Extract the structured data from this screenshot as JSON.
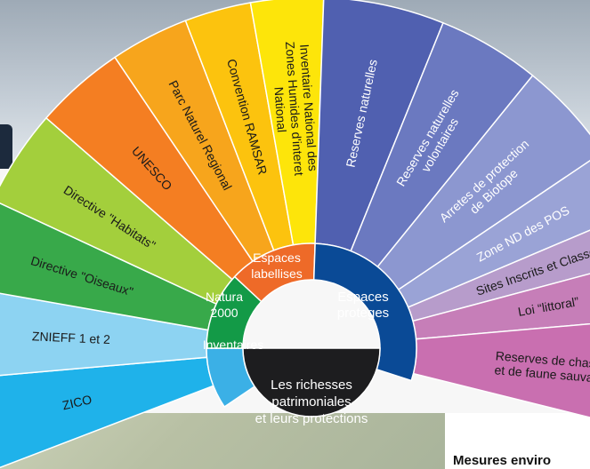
{
  "diagram": {
    "center": "Les richesses patrimoniales et leurs protections",
    "center_lines": [
      "Les richesses",
      "patrimoniales",
      "et leurs protections"
    ],
    "groups": [
      {
        "label": "Inventaires",
        "lines": [
          "Inventaires"
        ],
        "color": "#3bb0e6"
      },
      {
        "label": "Natura 2000",
        "lines": [
          "Natura",
          "2000"
        ],
        "color": "#139a47"
      },
      {
        "label": "Espaces labellises",
        "lines": [
          "Espaces",
          "labellises"
        ],
        "color": "#ee6a28"
      },
      {
        "label": "Espaces proteges",
        "lines": [
          "Espaces",
          "proteges"
        ],
        "color": "#0a4a96"
      }
    ],
    "segments": [
      {
        "label": "ZICO",
        "lines": [
          "ZICO"
        ],
        "color": "#1fb2ea",
        "group": "Inventaires"
      },
      {
        "label": "ZNIEFF 1 et 2",
        "lines": [
          "ZNIEFF 1 et 2"
        ],
        "color": "#8dd3f2",
        "group": "Inventaires"
      },
      {
        "label": "Directive \"Oiseaux\"",
        "lines": [
          "Directive \"Oiseaux\""
        ],
        "color": "#38a94a",
        "group": "Natura 2000"
      },
      {
        "label": "Directive \"Habitats\"",
        "lines": [
          "Directive \"Habitats\""
        ],
        "color": "#a3cf3c",
        "group": "Natura 2000"
      },
      {
        "label": "UNESCO",
        "lines": [
          "UNESCO"
        ],
        "color": "#f47e22",
        "group": "Espaces labellises"
      },
      {
        "label": "Parc Naturel Regional",
        "lines": [
          "Parc Naturel Regional"
        ],
        "color": "#f7a51c",
        "group": "Espaces labellises"
      },
      {
        "label": "Convention RAMSAR",
        "lines": [
          "Convention RAMSAR"
        ],
        "color": "#fcc30e",
        "group": "Espaces labellises"
      },
      {
        "label": "Inventaire National des Zones Humides d'interet National",
        "lines": [
          "Inventaire National des",
          "Zones Humides d'interet",
          "National"
        ],
        "color": "#fde50a",
        "group": "Espaces labellises"
      },
      {
        "label": "Reserves naturelles",
        "lines": [
          "Reserves naturelles"
        ],
        "color": "#5060b0",
        "group": "Espaces proteges"
      },
      {
        "label": "Reserves naturelles volontaires",
        "lines": [
          "Reserves naturelles",
          "volontaires"
        ],
        "color": "#6b79c0",
        "group": "Espaces proteges"
      },
      {
        "label": "Arretes de protection de Biotope",
        "lines": [
          "Arretes de protection",
          "de Biotope"
        ],
        "color": "#8c97d0",
        "group": "Espaces proteges"
      },
      {
        "label": "Zone ND des POS",
        "lines": [
          "Zone ND des POS"
        ],
        "color": "#9aa3d6",
        "group": "Espaces proteges"
      },
      {
        "label": "Sites Inscrits et Classes",
        "lines": [
          "Sites Inscrits et Classes"
        ],
        "color": "#b79ccb",
        "group": "Espaces proteges"
      },
      {
        "label": "Loi \"littoral\"",
        "lines": [
          "Loi “littoral”"
        ],
        "color": "#c67eb8",
        "group": "Espaces proteges"
      },
      {
        "label": "Reserves de chasse et de faune sauvage",
        "lines": [
          "Reserves de chasse",
          "et de faune sauvage"
        ],
        "color": "#c96fb0",
        "group": "Espaces proteges"
      }
    ]
  },
  "footer": {
    "title": "Mesures enviro"
  }
}
